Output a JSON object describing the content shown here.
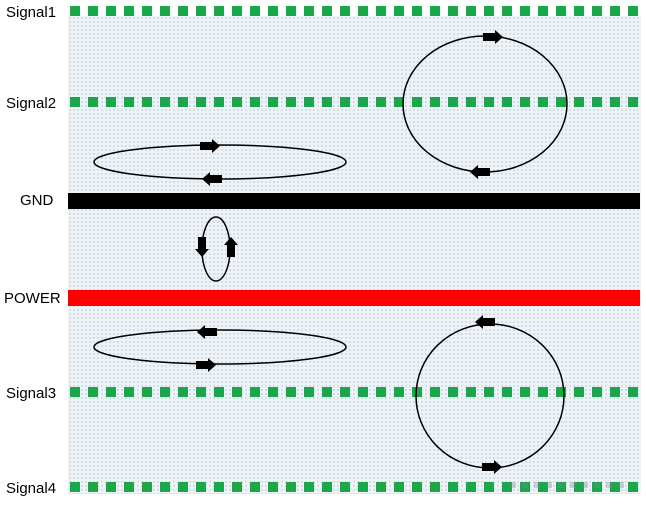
{
  "layers": [
    {
      "key": "signal1",
      "label": "Signal1",
      "kind": "signal"
    },
    {
      "key": "signal2",
      "label": "Signal2",
      "kind": "signal"
    },
    {
      "key": "gnd",
      "label": "GND",
      "kind": "plane"
    },
    {
      "key": "power",
      "label": "POWER",
      "kind": "plane"
    },
    {
      "key": "signal3",
      "label": "Signal3",
      "kind": "signal"
    },
    {
      "key": "signal4",
      "label": "Signal4",
      "kind": "signal"
    }
  ],
  "colors": {
    "signal_trace": "#1aa64a",
    "gnd_plane": "#000000",
    "power_plane": "#ff0000",
    "dielectric_bg": "#eef3f8",
    "dielectric_dot": "#9aa6b2",
    "loop_stroke": "#000000",
    "arrow_fill": "#000000"
  },
  "loops": [
    {
      "name": "loop-signal2-circle",
      "shape": "circle"
    },
    {
      "name": "loop-signal2-gnd-ellipse",
      "shape": "ellipse"
    },
    {
      "name": "loop-gnd-power-small",
      "shape": "ellipse"
    },
    {
      "name": "loop-power-signal3-ellipse",
      "shape": "ellipse"
    },
    {
      "name": "loop-signal3-circle",
      "shape": "circle"
    }
  ]
}
